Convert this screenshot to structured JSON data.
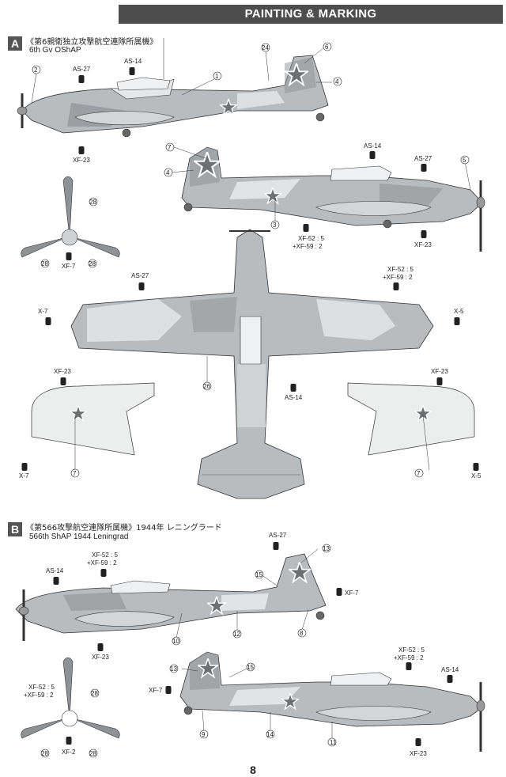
{
  "header": {
    "title": "PAINTING & MARKING"
  },
  "section_a": {
    "badge": "A",
    "title_jp": "《第6親衛独立攻撃航空連隊所属機》",
    "title_en": "6th Gv OShAP"
  },
  "section_b": {
    "badge": "B",
    "title_jp": "《第566攻撃航空連隊所属機》1944年 レニングラード",
    "title_en": "566th ShAP  1944  Leningrad"
  },
  "paints": {
    "as14": "AS-14",
    "as27": "AS-27",
    "xf23": "XF-23",
    "xf7": "XF-7",
    "x7": "X-7",
    "x5": "X-5",
    "xf2": "XF-2",
    "xf52": "XF-52 : 5",
    "xf59": "+XF-59 : 2"
  },
  "callouts": {
    "n1": "1",
    "n2": "2",
    "n3": "3",
    "n4": "4",
    "n5": "5",
    "n6": "6",
    "n7": "7",
    "n8": "8",
    "n9": "9",
    "n10": "10",
    "n11": "11",
    "n12": "12",
    "n13": "13",
    "n14": "14",
    "n15": "15",
    "n24": "24",
    "n26": "26",
    "n28": "28"
  },
  "colors": {
    "camo_gray": "#b9bcbe",
    "camo_dark": "#8e9295",
    "camo_light": "#e6e7e8",
    "star": "#6d6f72",
    "header_bg": "#4d4d4d"
  },
  "page_number": "8"
}
